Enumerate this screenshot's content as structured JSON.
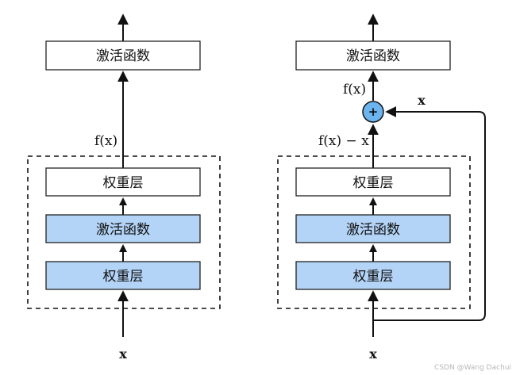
{
  "left": {
    "top_box": "激活函数",
    "output_label": "f(x)",
    "boxes": [
      "权重层",
      "激活函数",
      "权重层"
    ],
    "input_label": "x"
  },
  "right": {
    "top_box": "激活函数",
    "sum_label": "f(x)",
    "plus": "+",
    "skip_label": "x",
    "residual_label": "f(x) − x",
    "boxes": [
      "权重层",
      "激活函数",
      "权重层"
    ],
    "input_label": "x"
  },
  "watermark": "CSDN @Wang Dachui",
  "colors": {
    "blue_fill": "#b3d4f7",
    "node_fill": "#6cb4f0"
  }
}
